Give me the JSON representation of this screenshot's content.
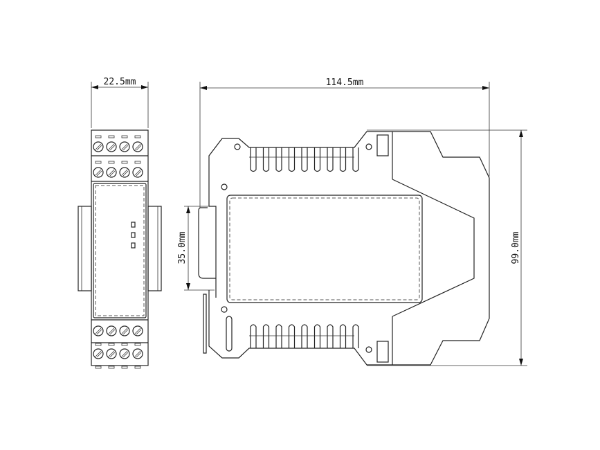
{
  "dimensions": {
    "front_width": "22.5mm",
    "side_length": "114.5mm",
    "height": "99.0mm",
    "din_rail": "35.0mm"
  },
  "colors": {
    "line": "#222222",
    "background": "#ffffff"
  }
}
